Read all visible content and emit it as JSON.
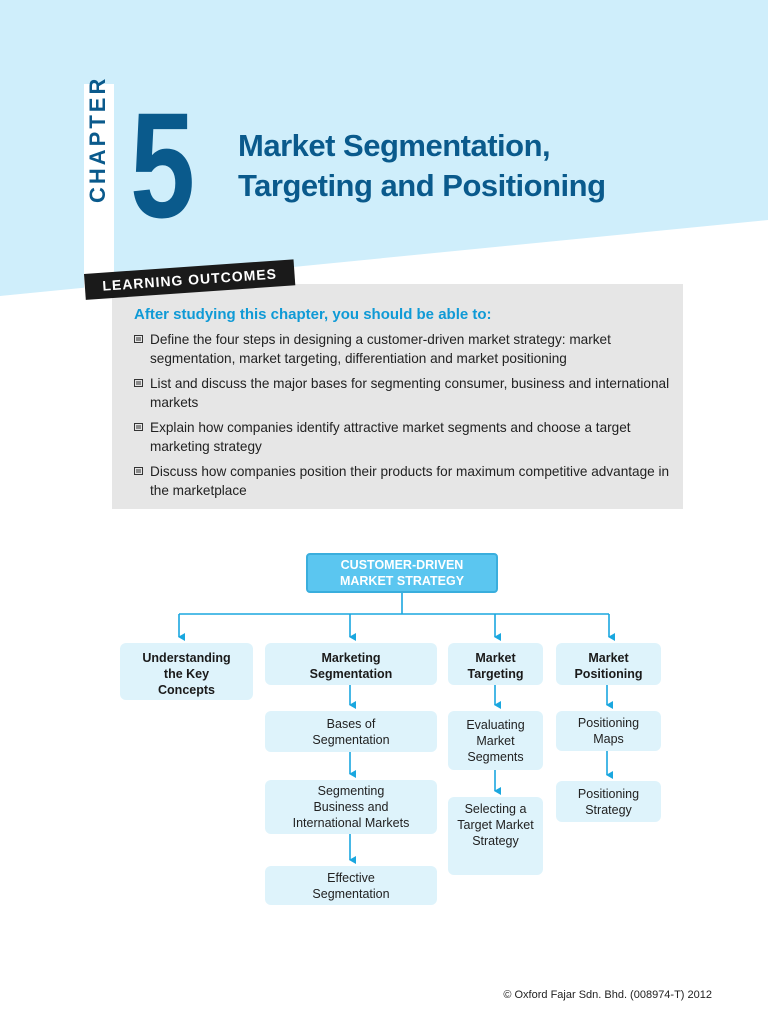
{
  "chapter": {
    "label": "CHAPTER",
    "number": "5",
    "title_line1": "Market Segmentation,",
    "title_line2": "Targeting and Positioning"
  },
  "learning_outcomes": {
    "banner": "LEARNING OUTCOMES",
    "intro": "After studying this chapter, you should be able to:",
    "items": [
      "Define the four steps in designing a customer-driven market strategy: market segmentation, market targeting, differentiation and market positioning",
      "List and discuss the major bases for segmenting consumer, business and international markets",
      "Explain how companies identify attractive market segments and choose a target marketing strategy",
      "Discuss how companies position their products for maximum competitive advantage in the marketplace"
    ]
  },
  "diagram": {
    "root": "CUSTOMER-DRIVEN\nMARKET STRATEGY",
    "branches": [
      {
        "label": "Understanding\nthe Key\nConcepts",
        "children": []
      },
      {
        "label": "Marketing\nSegmentation",
        "children": [
          "Bases of\nSegmentation",
          "Segmenting\nBusiness and\nInternational Markets",
          "Effective\nSegmentation"
        ]
      },
      {
        "label": "Market\nTargeting",
        "children": [
          "Evaluating\nMarket\nSegments",
          "Selecting a\nTarget Market\nStrategy"
        ]
      },
      {
        "label": "Market\nPositioning",
        "children": [
          "Positioning\nMaps",
          "Positioning\nStrategy"
        ]
      }
    ]
  },
  "footer": "© Oxford Fajar Sdn. Bhd. (008974-T) 2012",
  "colors": {
    "header_bg": "#cfeefb",
    "title_blue": "#0a5a8c",
    "accent_blue": "#0f9ad6",
    "node_bg": "#def3fb",
    "root_bg": "#5bc6f0"
  }
}
